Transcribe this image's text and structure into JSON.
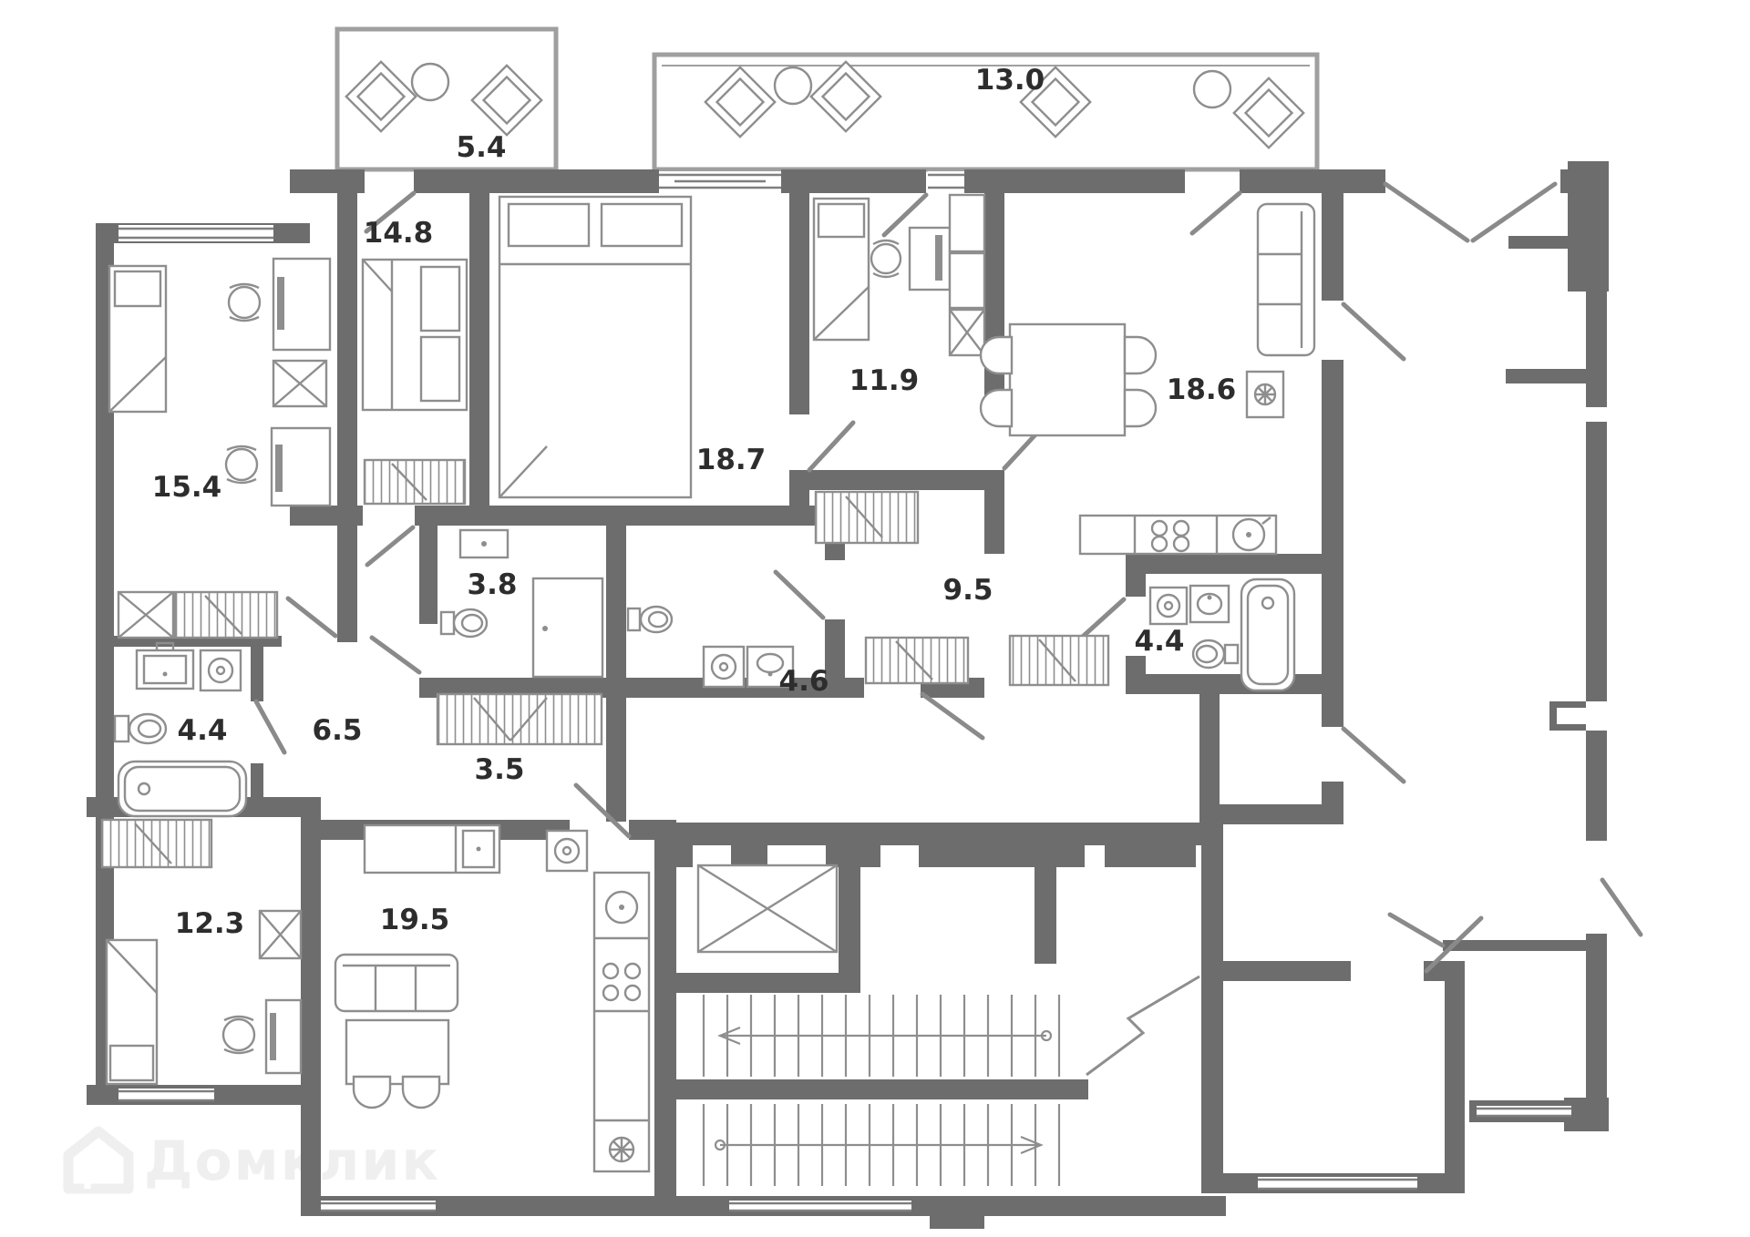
{
  "floorplan": {
    "rooms": [
      {
        "name": "balcony-small",
        "area": "5.4"
      },
      {
        "name": "bedroom-top-left",
        "area": "14.8"
      },
      {
        "name": "balcony-large",
        "area": "13.0"
      },
      {
        "name": "bedroom-left",
        "area": "15.4"
      },
      {
        "name": "bedroom-middle",
        "area": "18.7"
      },
      {
        "name": "bedroom-top-right",
        "area": "11.9"
      },
      {
        "name": "kitchen-living-right",
        "area": "18.6"
      },
      {
        "name": "hallway-right",
        "area": "9.5"
      },
      {
        "name": "wc-middle",
        "area": "3.8"
      },
      {
        "name": "bathroom-middle",
        "area": "4.6"
      },
      {
        "name": "bathroom-left",
        "area": "4.4"
      },
      {
        "name": "hallway-left",
        "area": "6.5"
      },
      {
        "name": "corridor-middle",
        "area": "3.5"
      },
      {
        "name": "bedroom-bottom-left",
        "area": "12.3"
      },
      {
        "name": "kitchen-living-bottom",
        "area": "19.5"
      },
      {
        "name": "bathroom-right",
        "area": "4.4"
      }
    ],
    "watermark": {
      "text": "Домклик",
      "logo": "house-icon"
    },
    "colors": {
      "wall": "#6d6d6d",
      "furniture": "#8e8e8e",
      "label": "#2d2d2d",
      "watermark": "#efefef"
    }
  }
}
